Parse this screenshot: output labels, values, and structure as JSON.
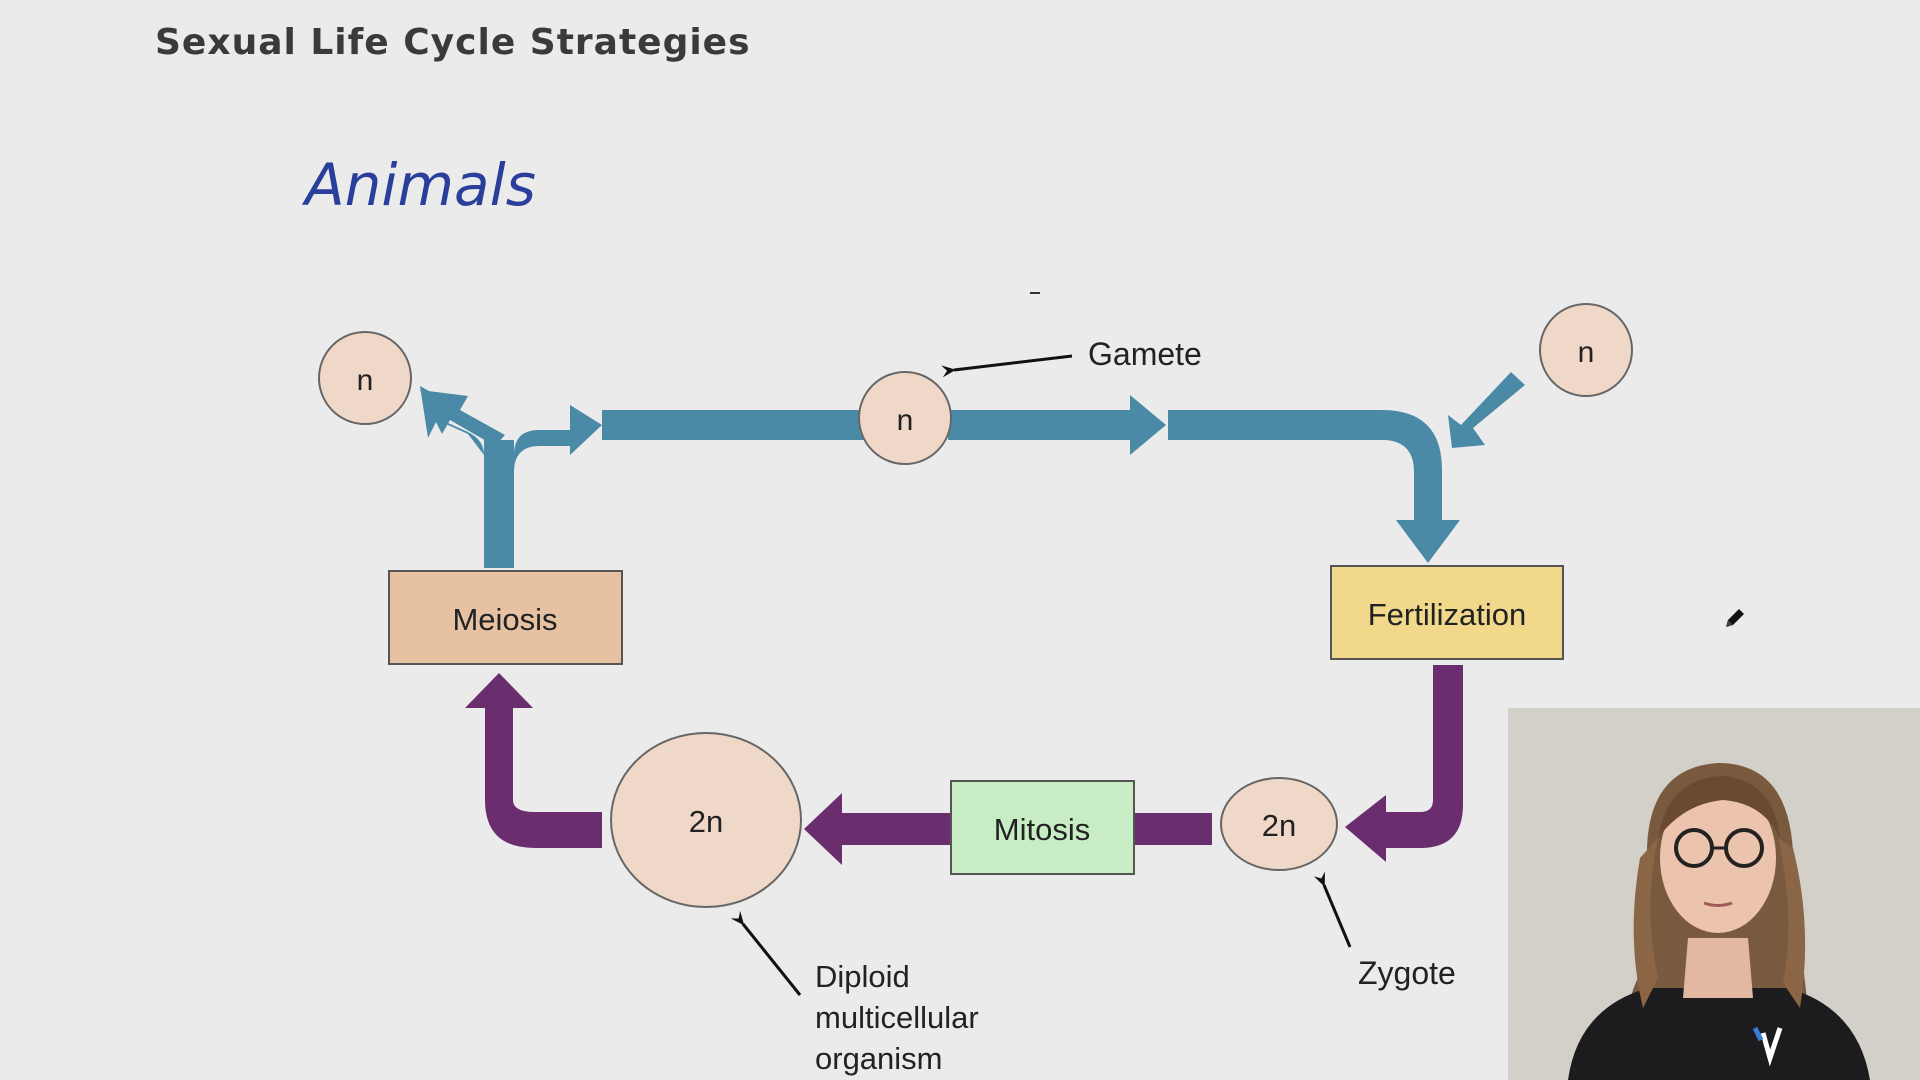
{
  "slide": {
    "title": "Sexual Life Cycle Strategies"
  },
  "annotation": {
    "handwritten_text": "Animals",
    "ink_color": "#2a3f9c"
  },
  "diagram": {
    "circles": {
      "n_left": "n",
      "n_middle": "n",
      "n_right": "n",
      "zygote": "2n",
      "adult": "2n"
    },
    "boxes": {
      "meiosis": "Meiosis",
      "fertilization": "Fertilization",
      "mitosis": "Mitosis"
    },
    "labels": {
      "gamete": "Gamete",
      "zygote": "Zygote",
      "diploid_line1": "Diploid",
      "diploid_line2": "multicellular",
      "diploid_line3": "organism"
    },
    "colors": {
      "haploid_arrow": "#4a8aa6",
      "diploid_arrow": "#6a2e6e",
      "circle_fill": "#f0d8c8",
      "meiosis_fill": "#e7c2a2",
      "fertilization_fill": "#f1d88a",
      "mitosis_fill": "#c8ecc4"
    }
  },
  "webcam": {
    "icon": "presenter-video-feed"
  }
}
